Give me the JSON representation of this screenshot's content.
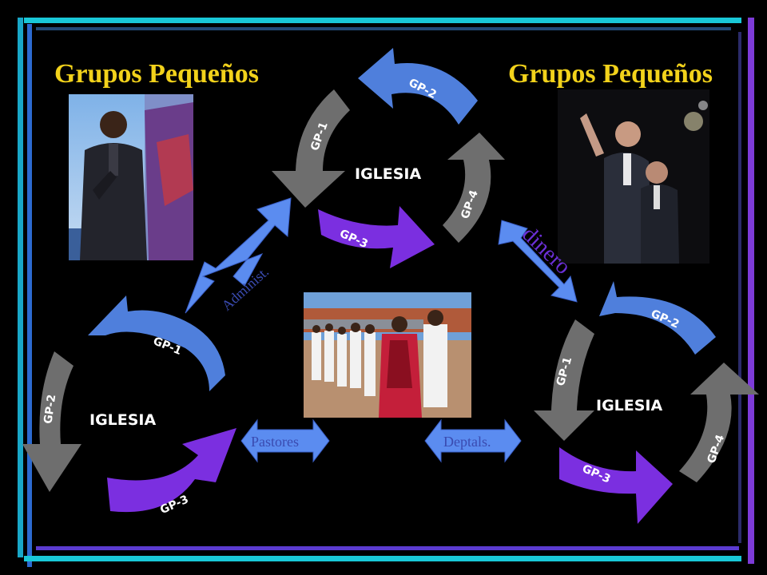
{
  "titles": {
    "left": "Grupos Pequeños",
    "right": "Grupos Pequeños"
  },
  "cycles": {
    "top": {
      "center": "IGLESIA",
      "gp1": "GP-1",
      "gp2": "GP-2",
      "gp3": "GP-3",
      "gp4": "GP-4"
    },
    "left": {
      "center": "IGLESIA",
      "gp1": "GP-1",
      "gp2": "GP-2",
      "gp3": "GP-3"
    },
    "right": {
      "center": "IGLESIA",
      "gp1": "GP-1",
      "gp2": "GP-2",
      "gp3": "GP-3",
      "gp4": "GP-4"
    }
  },
  "connectors": {
    "administ": "Administ.",
    "dinero": "dinero",
    "pastores": "Pastores",
    "deptals": "Deptals."
  },
  "colors": {
    "title": "#f2d21b",
    "blue": "#4f7fdc",
    "gray": "#6e6e6e",
    "purple": "#7b2fe0",
    "connector": "#5b8cf0",
    "frame_cyan": "#19c8d8",
    "frame_purple": "#7d3bd8"
  }
}
